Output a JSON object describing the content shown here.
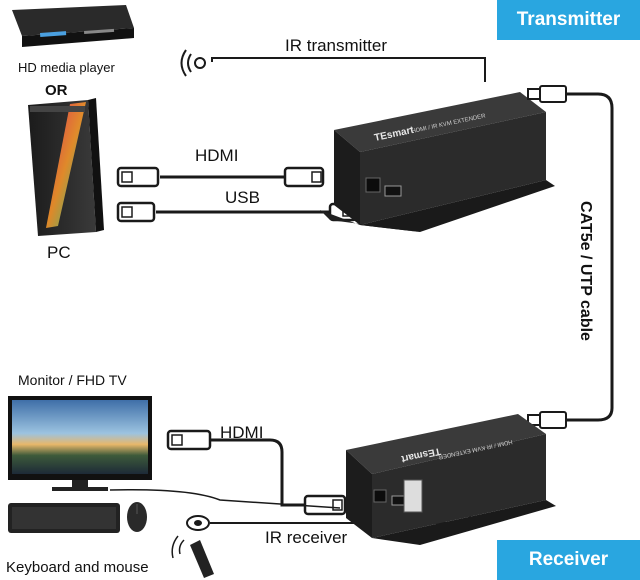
{
  "badges": {
    "transmitter": "Transmitter",
    "receiver": "Receiver"
  },
  "labels": {
    "hd_media_player": "HD media player",
    "or": "OR",
    "pc": "PC",
    "ir_transmitter": "IR transmitter",
    "hdmi_top": "HDMI",
    "usb": "USB",
    "cable": "CAT5e / UTP cable",
    "monitor": "Monitor / FHD TV",
    "hdmi_bottom": "HDMI",
    "ir_receiver": "IR receiver",
    "keyboard_mouse": "Keyboard and mouse"
  },
  "device_text": {
    "brand": "TEsmart",
    "model": "HDMI / IR KVM EXTENDER"
  },
  "colors": {
    "badge_blue": "#29a6e0",
    "device_body": "#2b2b2b",
    "cable": "#1a1a1a"
  },
  "icons": [
    "dvd-player-icon",
    "pc-tower-icon",
    "monitor-icon",
    "keyboard-icon",
    "mouse-icon",
    "remote-icon",
    "ir-emitter-icon",
    "ir-sensor-icon",
    "rj45-connector-icon",
    "hdmi-plug-icon",
    "usb-plug-icon"
  ]
}
